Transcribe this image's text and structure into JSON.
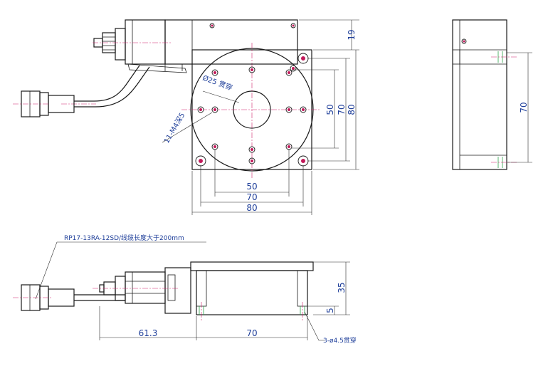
{
  "top_view": {
    "dim_19": "19",
    "dim_50_v": "50",
    "dim_70_v": "70",
    "dim_80_v": "80",
    "dim_50_h": "50",
    "dim_70_h": "70",
    "dim_80_h": "80",
    "label_bore": "Ø25 贯穿",
    "label_holes": "11-M4深5"
  },
  "side_view": {
    "dim_70_v": "70"
  },
  "front_view": {
    "cable_note": "RP17-13RA-12SD/线缆长度大于200mm",
    "dim_35": "35",
    "dim_5": "5",
    "dim_61_3": "61.3",
    "dim_70_h": "70",
    "hole_note": "3-ø4.5贯穿"
  },
  "colors": {
    "dimension_text": "#1f3f9a",
    "center_line": "#d0206a",
    "outline": "#1a1a1a",
    "hidden_edge": "#2aa14a"
  }
}
